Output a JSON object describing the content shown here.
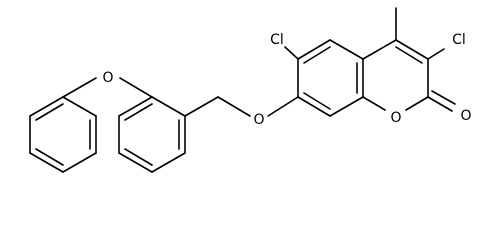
{
  "structure": {
    "atom_labels": {
      "cl_left": "Cl",
      "cl_right": "Cl",
      "o_ether_benzyl": "O",
      "o_ring": "O",
      "o_carbonyl": "O",
      "o_diaryl": "O"
    }
  }
}
